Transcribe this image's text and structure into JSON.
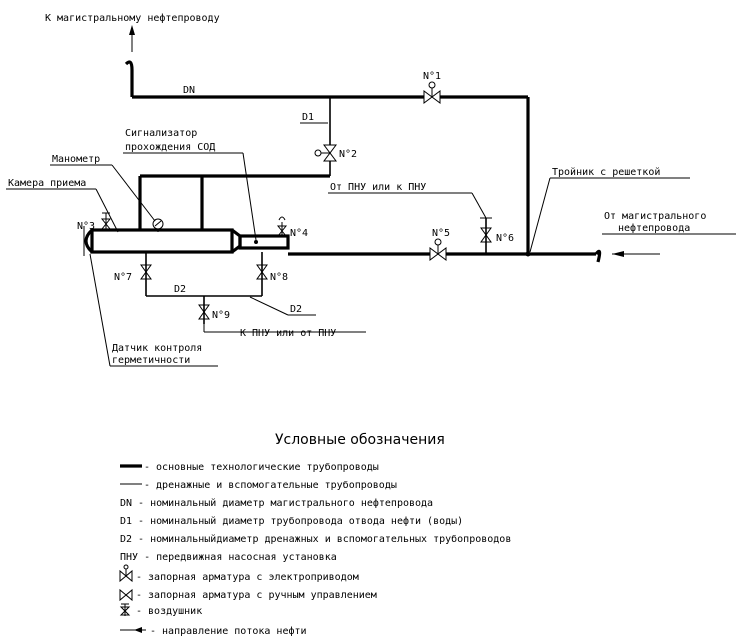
{
  "labels": {
    "to_main_pipeline": "К магистральному нефтепроводу",
    "dn": "DN",
    "d1": "D1",
    "d2_left": "D2",
    "d2_right": "D2",
    "valve1": "N°1",
    "valve2": "N°2",
    "valve3": "N°3",
    "valve4": "N°4",
    "valve5": "N°5",
    "valve6": "N°6",
    "valve7": "N°7",
    "valve8": "N°8",
    "valve9": "N°9",
    "signalizer_l1": "Сигнализатор",
    "signalizer_l2": "прохождения СОД",
    "manometer": "Манометр",
    "chamber": "Камера приема",
    "from_pnu": "От ПНУ или к ПНУ",
    "tee": "Тройник с решеткой",
    "from_main_l1": "От магистрального",
    "from_main_l2": "нефтепровода",
    "to_pnu": "К ПНУ или от ПНУ",
    "sensor_l1": "Датчик контроля",
    "sensor_l2": "герметичности"
  },
  "legend": {
    "title": "Условные обозначения",
    "items": [
      "- основные технологические трубопроводы",
      "- дренажные и вспомогательные трубопроводы",
      "DN - номинальный диаметр магистрального нефтепровода",
      "D1 - номинальный диаметр трубопровода отвода нефти (воды)",
      "D2 - номинальныйдиаметр дренажных и вспомогательных трубопроводов",
      "ПНУ - передвижная насосная установка",
      "- запорная арматура с электроприводом",
      "- запорная арматура с ручным управлением",
      "- воздушник",
      "- направление потока нефти"
    ]
  }
}
